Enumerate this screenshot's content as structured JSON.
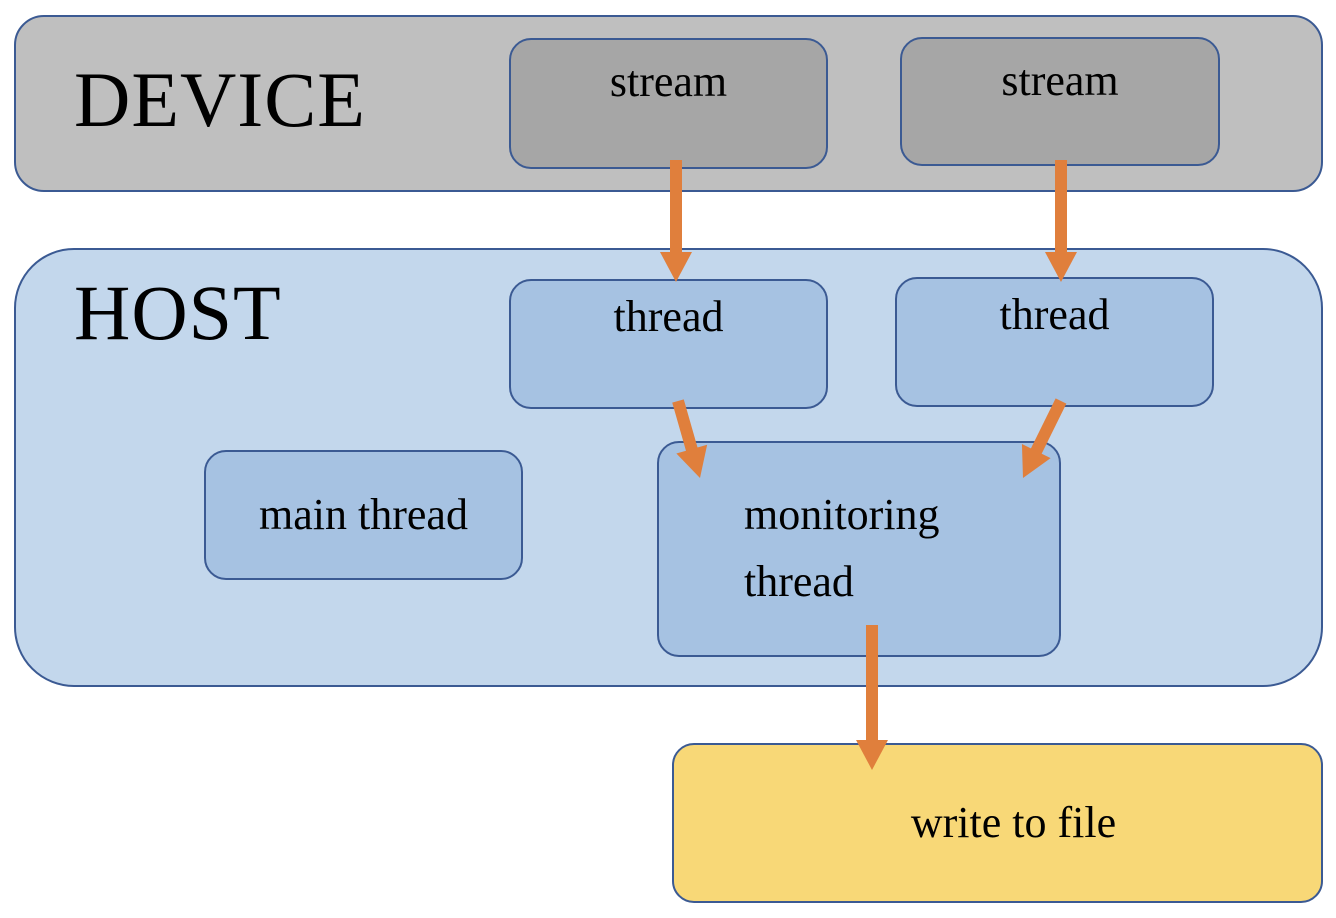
{
  "device": {
    "label": "DEVICE",
    "streams": [
      {
        "label": "stream"
      },
      {
        "label": "stream"
      }
    ]
  },
  "host": {
    "label": "HOST",
    "threads": [
      {
        "label": "thread"
      },
      {
        "label": "thread"
      }
    ],
    "main_thread": {
      "label": "main thread"
    },
    "monitoring_thread": {
      "line1": "monitoring",
      "line2": "thread"
    }
  },
  "output": {
    "label": "write to file"
  },
  "colors": {
    "device_fill": "#bfbfbf",
    "stream_fill": "#a6a6a6",
    "host_fill": "#c3d7ec",
    "thread_fill": "#a6c2e2",
    "output_fill": "#f8d877",
    "border": "#3b5a93",
    "arrow": "#e07f3c"
  },
  "connections": [
    {
      "from": "stream-1",
      "to": "thread-1"
    },
    {
      "from": "stream-2",
      "to": "thread-2"
    },
    {
      "from": "thread-1",
      "to": "monitoring-thread"
    },
    {
      "from": "thread-2",
      "to": "monitoring-thread"
    },
    {
      "from": "monitoring-thread",
      "to": "write-to-file"
    }
  ]
}
